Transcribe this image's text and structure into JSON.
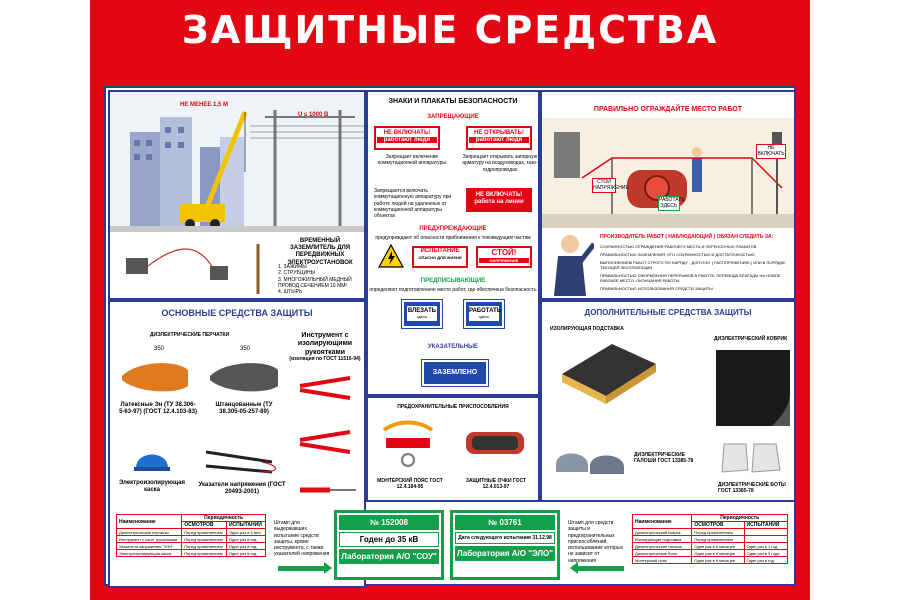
{
  "poster": {
    "title": "ЗАЩИТНЫЕ СРЕДСТВА",
    "colors": {
      "background": "#e30613",
      "frame": "#2a3d91",
      "green": "#13a04a"
    }
  },
  "grounding": {
    "dim_top": "НЕ МЕНЕЕ 1,5 М",
    "voltage": "U ≤ 1000 В",
    "caption": "ВРЕМЕННЫЙ ЗАЗЕМЛИТЕЛЬ ДЛЯ ПЕРЕДВИЖНЫХ ЭЛЕКТРОУСТАНОВОК",
    "legend": [
      "1. ЗАЖИМЫ",
      "2. СТРУБЦИНЫ",
      "3. МНОГОЖИЛЬНЫЙ МЕДНЫЙ ПРОВОД СЕЧЕНИЕМ 16 ММ²",
      "4. ШТЫРЬ"
    ]
  },
  "signs": {
    "title": "ЗНАКИ И ПЛАКАТЫ БЕЗОПАСНОСТИ",
    "forbidding": "ЗАПРЕЩАЮЩИЕ",
    "sign1_top": "НЕ ВКЛЮЧАТЬ!",
    "sign1_sub": "работают люди",
    "sign1_note": "Запрещает включение коммутационной аппаратуры",
    "sign2_top": "НЕ ОТКРЫВАТЬ!",
    "sign2_sub": "работают люди",
    "sign2_note": "Запрещает открывать запорную арматуру на воздуховодах, газо-гидропроводах",
    "sign3_top": "НЕ ВКЛЮЧАТЬ!",
    "sign3_sub": "работа на линии",
    "sign3_note": "Запрещается включать коммутационную аппаратуру при работе людей на удаленных от коммутационной аппаратуры объектах",
    "warning": "ПРЕДУПРЕЖДАЮЩИЕ",
    "warning_note": "предупреждают об опасности приближения к токоведущим частям",
    "sign4_top": "ИСПЫТАНИЕ",
    "sign4_sub": "ОПАСНО ДЛЯ ЖИЗНИ",
    "sign5_top": "СТОЙ!",
    "sign5_sub": "НАПРЯЖЕНИЕ",
    "prescribing": "ПРЕДПИСЫВАЮЩИЕ",
    "prescribing_note": "определяют подготовленное место работ, где обеспечена безопасность",
    "sign6_top": "ВЛЕЗАТЬ",
    "sign6_sub": "здесь",
    "sign7_top": "РАБОТАТЬ",
    "sign7_sub": "здесь",
    "indicating": "УКАЗАТЕЛЬНЫЕ",
    "sign8": "ЗАЗЕМЛЕНО"
  },
  "fencing": {
    "title": "ПРАВИЛЬНО ОГРАЖДАЙТЕ МЕСТО РАБОТ",
    "sign_a": "СТОЙ НАПРЯЖЕНИЕ",
    "sign_b": "РАБОТАТЬ ЗДЕСЬ",
    "sign_c": "НЕ ВКЛЮЧАТЬ",
    "header": "ПРОИЗВОДИТЕЛЬ РАБОТ ( НАБЛЮДАЮЩИЙ ) ОБЯЗАН СЛЕДИТЬ ЗА:",
    "items": [
      "СОХРАННОСТЬЮ ОГРАЖДЕНИЯ РАБОЧЕГО МЕСТА И ПЕРЕНОСНЫХ ПЛАКАТОВ",
      "ПРАВИЛЬНОСТЬЮ ЗАЗЕМЛЕНИЯ, ЕГО СОХРАННОСТЬЮ И ДОСТАТОЧНОСТЬЮ",
      "ВЫПОЛНЕНИЕМ РАБОТ СТРОГО ПО НАРЯДУ - ДОПУСКУ ( РАСПОРЯЖЕНИЮ ) ИЛИ В ПОРЯДКЕ ТЕКУЩЕЙ ЭКСПЛУАТАЦИИ",
      "ПРАВИЛЬНОСТЬЮ ОФОРМЛЕНИЯ ПЕРЕРЫВОВ В РАБОТЕ, ПЕРЕВОДА БРИГАДЫ НА НОВОЕ РАБОЧЕЕ МЕСТО, ОКОНЧАНИЯ РАБОТЫ",
      "ПРАВИЛЬНОСТЬЮ ИСПОЛЬЗОВАНИЯ СРЕДСТВ ЗАЩИТЫ"
    ]
  },
  "basic": {
    "title": "ОСНОВНЫЕ СРЕДСТВА ЗАЩИТЫ",
    "gloves_header": "ДИЭЛЕКТРИЧЕСКИЕ ПЕРЧАТКИ",
    "dim1": "350",
    "dim2": "350",
    "glove1": "Латексные Эн (ТУ 38.306-5-63-97) (ГОСТ 12.4.103-83)",
    "glove2": "Штанцованные (ТУ 38.305-05-257-89)",
    "tools": "Инструмент с изолирующими рукоятками",
    "tools_gost": "(изоляция по ГОСТ 11516-94)",
    "helmet": "Электроизолирующая каска",
    "tester": "Указатели напряжения (ГОСТ 20493-2001)"
  },
  "devices": {
    "title": "ПРЕДОХРАНИТЕЛЬНЫЕ ПРИСПОСОБЛЕНИЯ",
    "belt": "МОНТЕРСКИЙ ПОЯС ГОСТ 12.4.184-95",
    "glasses": "ЗАЩИТНЫЕ ОЧКИ ГОСТ 12.4.013-97"
  },
  "additional": {
    "title": "ДОПОЛНИТЕЛЬНЫЕ СРЕДСТВА ЗАЩИТЫ",
    "stand": "ИЗОЛИРУЮЩАЯ ПОДСТАВКА",
    "mat": "ДИЭЛЕКТРИЧЕСКИЙ КОВРИК",
    "galoshes": "ДИЭЛЕКТРИЧЕСКИЕ ГАЛОШИ ГОСТ 13385-78",
    "boots": "ДИЭЛЕКТРИЧЕСКИЕ БОТЫ ГОСТ 13385-78"
  },
  "tables": {
    "col_name": "Наименование",
    "col_period": "Периодичность",
    "col_inspect": "ОСМОТРОВ",
    "col_test": "ИСПЫТАНИЙ",
    "left_rows": [
      [
        "Диэлектрические перчатки",
        "Перед применением",
        "Один раз в 6 мес"
      ],
      [
        "Инструмент с изол. рукоятками",
        "Перед применением",
        "Один раз в год"
      ],
      [
        "Указатели напряжения \"УНН\"",
        "Перед применением",
        "Один раз в год"
      ],
      [
        "Электроизолирующая каска",
        "Перед применением",
        "Один раз в год"
      ]
    ],
    "right_rows": [
      [
        "Диэлектрический коврик",
        "Перед применением",
        ""
      ],
      [
        "Изолирующая подставка",
        "Перед применением",
        ""
      ],
      [
        "Диэлектрические галоши",
        "Один раз в 6 месяцев",
        "Один раз в 1 год"
      ],
      [
        "Диэлектрические боты",
        "Один раз в 6 месяцев",
        "Один раз в 3 года"
      ],
      [
        "Монтерский пояс",
        "Один раз в 6 месяцев",
        "Один раз в год"
      ]
    ]
  },
  "stamps": {
    "left_note": "Штамп для выдержавших испытание средств защиты, кроме инструмента, с также указателей напряжения",
    "right_note": "Штамп для средств защиты и предохранительных приспособлений, использование которых не зависит от напряжения",
    "box1_no": "№ 152008",
    "box1_mid": "Годен до 35 кВ",
    "box1_lab": "Лаборатория А/О \"СОУ\"",
    "box2_no": "№ 03761",
    "box2_mid": "Дата следующего испытания 31.12.98",
    "box2_lab": "Лаборатория А/О \"ЭЛО\""
  }
}
